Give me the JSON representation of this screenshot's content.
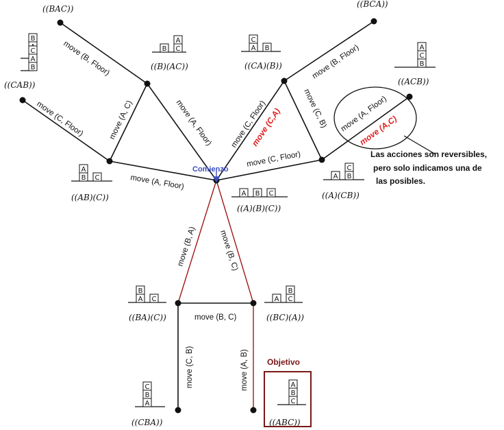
{
  "start_label": "Comienzo",
  "goal_label": "Objetivo",
  "note_lines": [
    "Las acciones son reversibles,",
    "pero solo indicamos una de",
    "las posibles."
  ],
  "colors": {
    "edge": "#111111",
    "goal_path": "#a01818",
    "start": "#3a4fc0",
    "red_action": "#e02020",
    "goal_box": "#7a1616"
  },
  "states": {
    "bac": {
      "label": "((BAC))",
      "stacks": [
        [
          "C",
          "A",
          "B"
        ]
      ]
    },
    "b_ac": {
      "label": "((B)(AC))",
      "stacks": [
        [
          "B"
        ],
        [
          "C",
          "A"
        ]
      ]
    },
    "cab": {
      "label": "((CAB))",
      "stacks": [
        [
          "B",
          "A",
          "C"
        ]
      ]
    },
    "ab_c": {
      "label": "((AB)(C))",
      "stacks": [
        [
          "B",
          "A"
        ],
        [
          "C"
        ]
      ]
    },
    "a_b_c": {
      "label": "((A)(B)(C))",
      "stacks": [
        [
          "A"
        ],
        [
          "B"
        ],
        [
          "C"
        ]
      ]
    },
    "ca_b": {
      "label": "((CA)(B))",
      "stacks": [
        [
          "A",
          "C"
        ],
        [
          "B"
        ]
      ]
    },
    "bca": {
      "label": "((BCA))",
      "stacks": []
    },
    "acb": {
      "label": "((ACB))",
      "stacks": [
        [
          "B",
          "C",
          "A"
        ]
      ]
    },
    "a_cb": {
      "label": "((A)(CB))",
      "stacks": [
        [
          "A"
        ],
        [
          "B",
          "C"
        ]
      ]
    },
    "ba_c": {
      "label": "((BA)(C))",
      "stacks": [
        [
          "A",
          "B"
        ],
        [
          "C"
        ]
      ]
    },
    "bc_a": {
      "label": "((BC)(A))",
      "stacks": [
        [
          "A"
        ],
        [
          "C",
          "B"
        ]
      ]
    },
    "cba": {
      "label": "((CBA))",
      "stacks": [
        [
          "A",
          "B",
          "C"
        ]
      ]
    },
    "abc": {
      "label": "((ABC))",
      "stacks": [
        [
          "C",
          "B",
          "A"
        ]
      ]
    }
  },
  "actions": {
    "b_floor_left": "move (B, Floor)",
    "c_floor_left": "move (C, Floor)",
    "a_c": "move (A, C)",
    "a_floor_top": "move (A, Floor)",
    "a_floor_ab": "move (A, Floor)",
    "c_floor_ca": "move (C, Floor)",
    "c_a_red": "move (C,A)",
    "b_floor_right": "move (B, Floor)",
    "c_b": "move (C, B)",
    "c_floor_right": "move (C, Floor)",
    "a_floor_acb": "move (A, Floor)",
    "a_c_red": "move (A,C)",
    "b_a": "move (B, A)",
    "b_c_diag": "move (B, C)",
    "b_c_horiz": "move (B, C)",
    "c_b_down": "move (C, B)",
    "a_b_down": "move (A, B)"
  }
}
